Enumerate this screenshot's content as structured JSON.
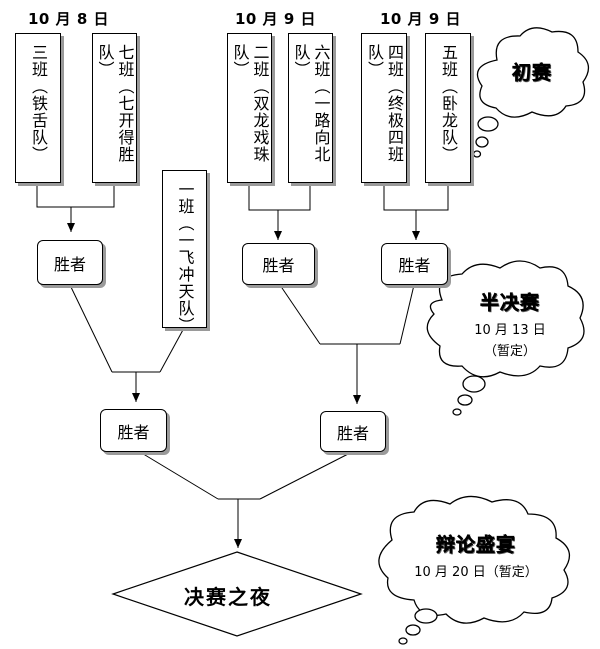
{
  "dates": {
    "round1_a": "10 月 8 日",
    "round1_b": "10 月 9 日",
    "round1_c": "10 月 9 日"
  },
  "teams": {
    "class3": "三班（铁舌队）",
    "class7": "七班（七开得胜队）",
    "class1": "一班（一飞冲天队）",
    "class2": "二班（双龙戏珠队）",
    "class6": "六班（一路向北队）",
    "class4": "四班（终极四班队）",
    "class5": "五班（卧龙队）"
  },
  "winners": {
    "label": "胜者"
  },
  "final": {
    "label": "决赛之夜"
  },
  "clouds": {
    "preliminary": {
      "title": "初赛"
    },
    "semifinal": {
      "title": "半决赛",
      "date": "10 月 13 日",
      "note": "（暂定）"
    },
    "debate_gala": {
      "title": "辩论盛宴",
      "date": "10 月 20 日（暂定）"
    }
  }
}
